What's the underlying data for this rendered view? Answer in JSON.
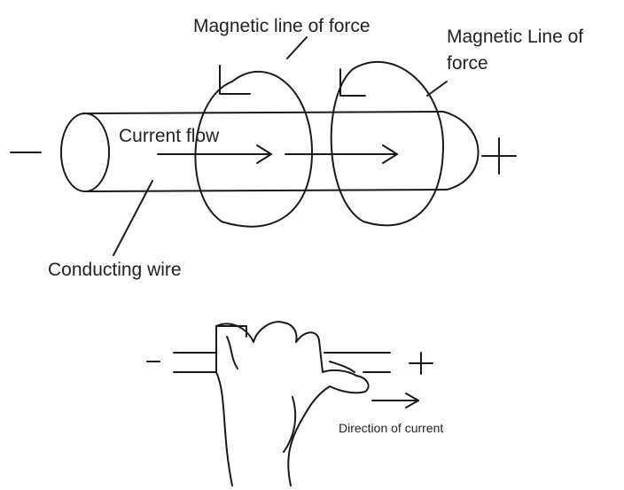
{
  "labels": {
    "magnetic_line_1": "Magnetic line of force",
    "magnetic_line_2_line1": "Magnetic Line of",
    "magnetic_line_2_line2": "force",
    "current_flow": "Current flow",
    "conducting_wire": "Conducting wire",
    "direction_of_current": "Direction of current"
  },
  "signs": {
    "top_negative": "—",
    "top_positive": "+",
    "bottom_negative": "−",
    "bottom_positive": "+"
  },
  "colors": {
    "ink": "#1a1a1a",
    "background": "#ffffff"
  }
}
